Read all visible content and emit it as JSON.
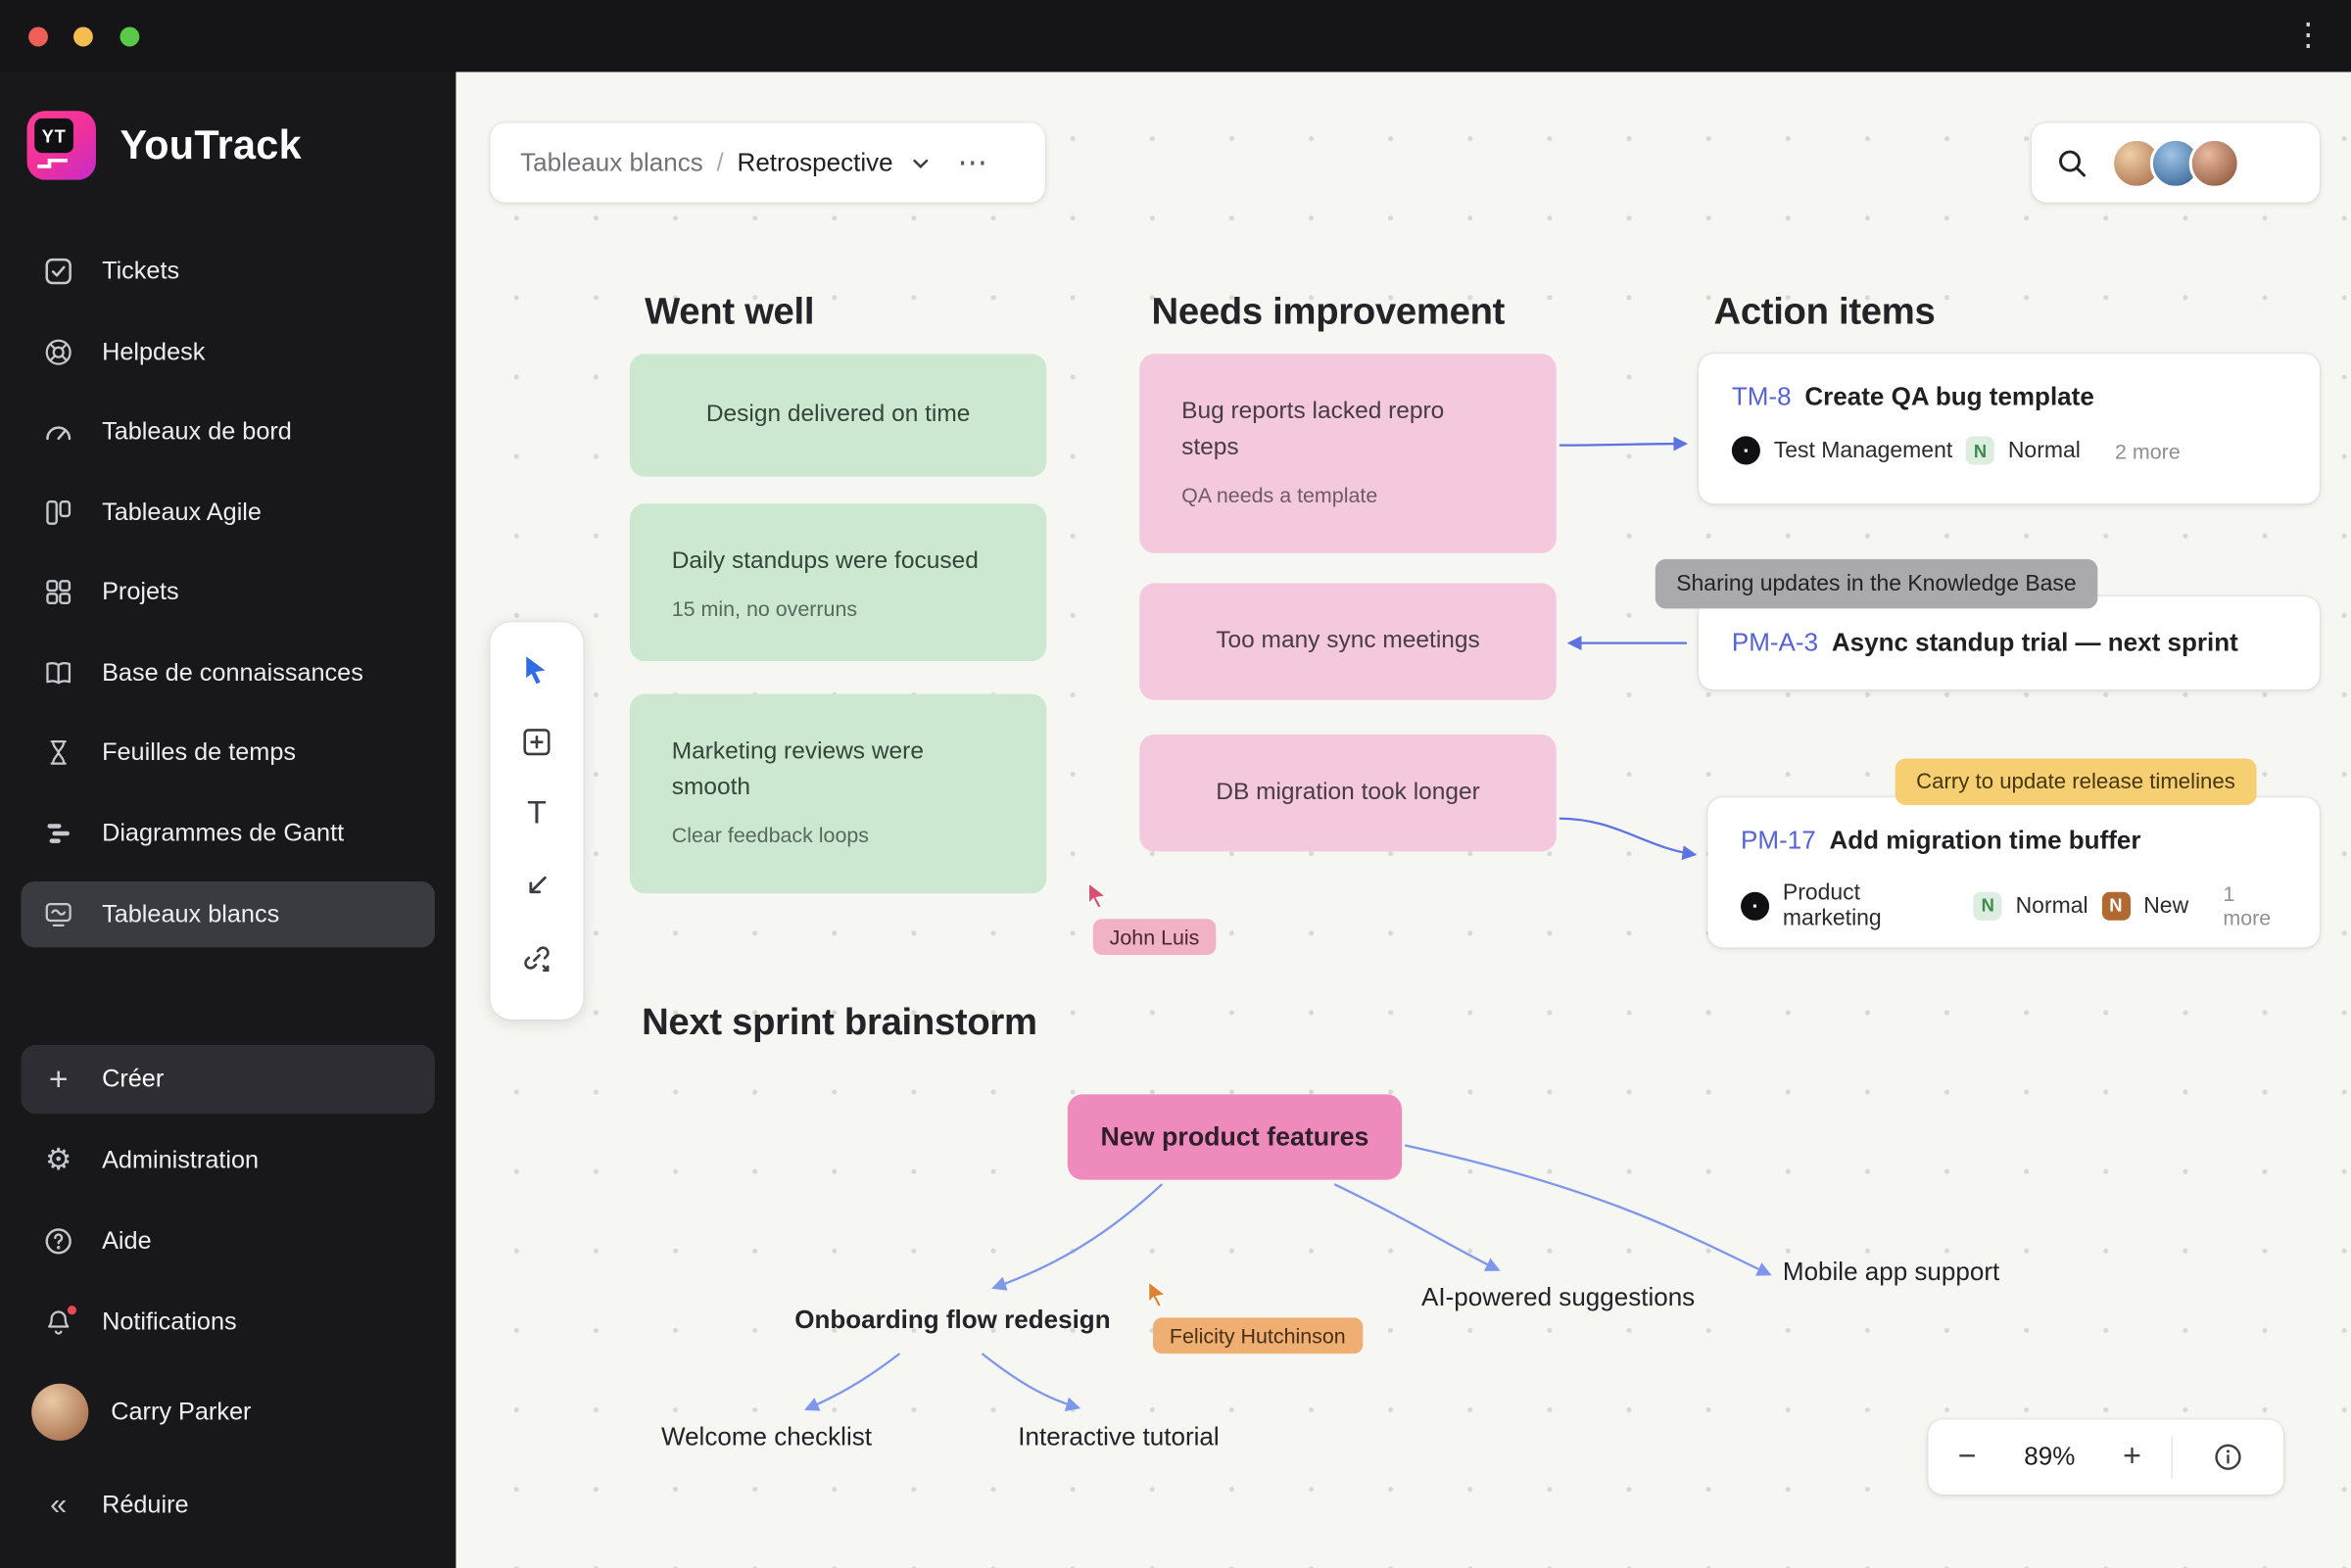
{
  "titlebar": {
    "menu_icon": "⋮"
  },
  "icons": {
    "text_tool": "T",
    "minus": "−",
    "plus": "+",
    "create_plus": "+",
    "help": "?",
    "gear": "⚙",
    "collapse": "«",
    "more_h": "⋯"
  },
  "sidebar": {
    "app_name": "YouTrack",
    "logo_monogram": "YT",
    "items": [
      {
        "label": "Tickets"
      },
      {
        "label": "Helpdesk"
      },
      {
        "label": "Tableaux de bord"
      },
      {
        "label": "Tableaux Agile"
      },
      {
        "label": "Projets"
      },
      {
        "label": "Base de connaissances"
      },
      {
        "label": "Feuilles de temps"
      },
      {
        "label": "Diagrammes de Gantt"
      },
      {
        "label": "Tableaux blancs"
      }
    ],
    "active_item": "Tableaux blancs",
    "create_label": "Créer",
    "footer_items": [
      {
        "label": "Administration"
      },
      {
        "label": "Aide"
      },
      {
        "label": "Notifications"
      }
    ],
    "user_name": "Carry Parker",
    "collapse_label": "Réduire"
  },
  "topbar": {
    "breadcrumb_parent": "Tableaux blancs",
    "breadcrumb_separator": "/",
    "breadcrumb_current": "Retrospective"
  },
  "canvas": {
    "columns": {
      "went_well": {
        "title": "Went well",
        "notes": [
          {
            "title": "Design delivered on time"
          },
          {
            "title": "Daily standups were focused",
            "subtitle": "15 min, no overruns"
          },
          {
            "title": "Marketing reviews were smooth",
            "subtitle": "Clear feedback loops"
          }
        ]
      },
      "needs_improvement": {
        "title": "Needs improvement",
        "notes": [
          {
            "title": "Bug reports lacked repro steps",
            "subtitle": "QA needs a template"
          },
          {
            "title": "Too many sync meetings"
          },
          {
            "title": "DB migration took longer"
          }
        ]
      },
      "action_items": {
        "title": "Action items",
        "gray_tag": "Sharing updates in the Knowledge Base",
        "yellow_tag": "Carry to update release timelines",
        "cards": [
          {
            "id": "TM-8",
            "title": "Create QA bug template",
            "project": "Test Management",
            "priority_letter": "N",
            "priority": "Normal",
            "more": "2 more"
          },
          {
            "id": "PM-A-3",
            "title": "Async standup trial — next sprint"
          },
          {
            "id": "PM-17",
            "title": "Add migration time buffer",
            "project": "Product marketing",
            "priority_letter": "N",
            "priority": "Normal",
            "status_letter": "N",
            "status": "New",
            "more": "1 more"
          }
        ]
      }
    },
    "brainstorm": {
      "title": "Next sprint brainstorm",
      "root": "New product features",
      "branches": [
        {
          "label": "Onboarding flow redesign"
        },
        {
          "label": "AI-powered suggestions"
        },
        {
          "label": "Mobile app support"
        }
      ],
      "leaves": [
        {
          "label": "Welcome checklist"
        },
        {
          "label": "Interactive tutorial"
        }
      ]
    },
    "cursors": [
      {
        "name": "John Luis"
      },
      {
        "name": "Felicity Hutchinson"
      }
    ]
  },
  "zoom_controls": {
    "zoom_level": "89%"
  }
}
